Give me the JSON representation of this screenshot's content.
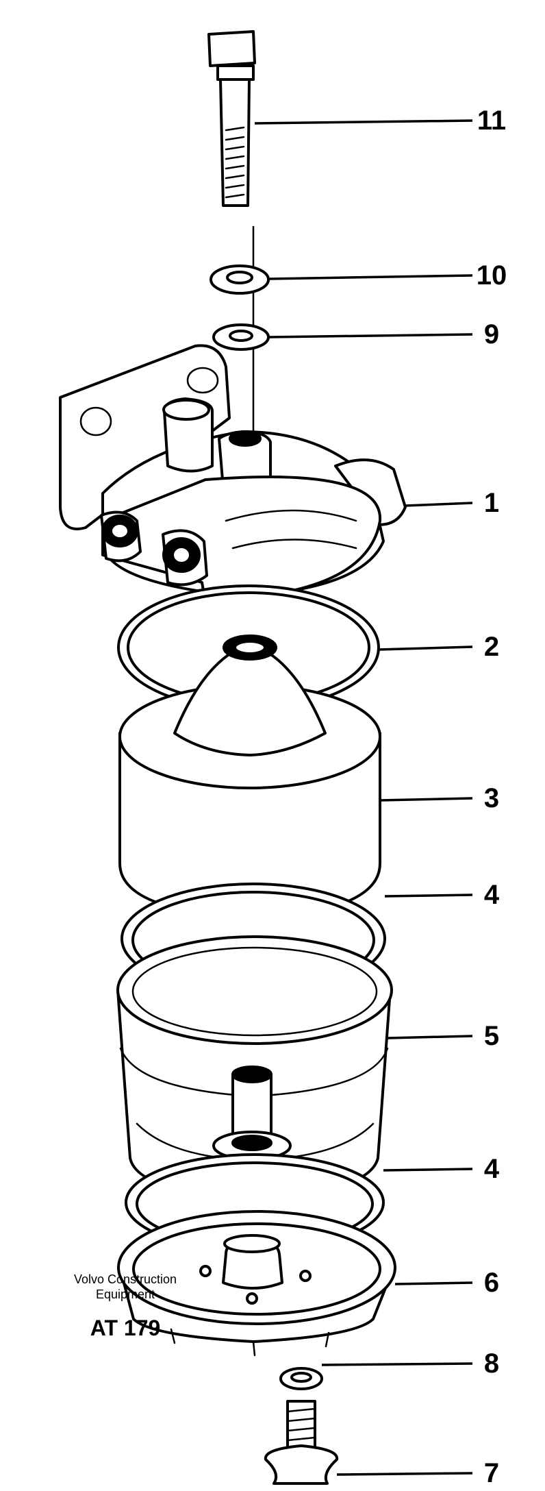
{
  "callouts": {
    "c1": "1",
    "c2": "2",
    "c3": "3",
    "c4a": "4",
    "c5": "5",
    "c4b": "4",
    "c6": "6",
    "c8": "8",
    "c7": "7",
    "c9": "9",
    "c10": "10",
    "c11": "11"
  },
  "footer": {
    "company_line1": "Volvo Construction",
    "company_line2": "Equipment",
    "code": "AT 179"
  }
}
